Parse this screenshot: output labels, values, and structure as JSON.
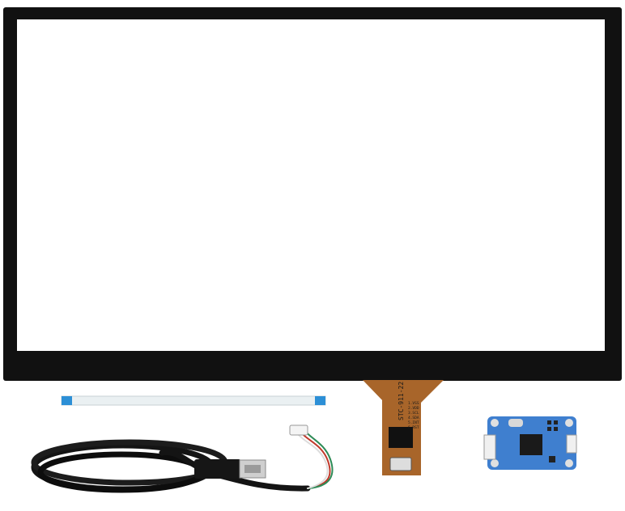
{
  "fpc": {
    "label": "STC-911-22",
    "pins": [
      "1.VSS",
      "2.VDD",
      "3.SCL",
      "4.SDA",
      "5.INT",
      "6.RST"
    ]
  },
  "colors": {
    "bezel": "#111111",
    "glass": "#ffffff",
    "fpc_copper": "#a8652a",
    "pcb": "#3f7fcf",
    "ribbon": "#e9eef0",
    "ribbon_tip": "#2c8fd6",
    "cable": "#141414"
  }
}
